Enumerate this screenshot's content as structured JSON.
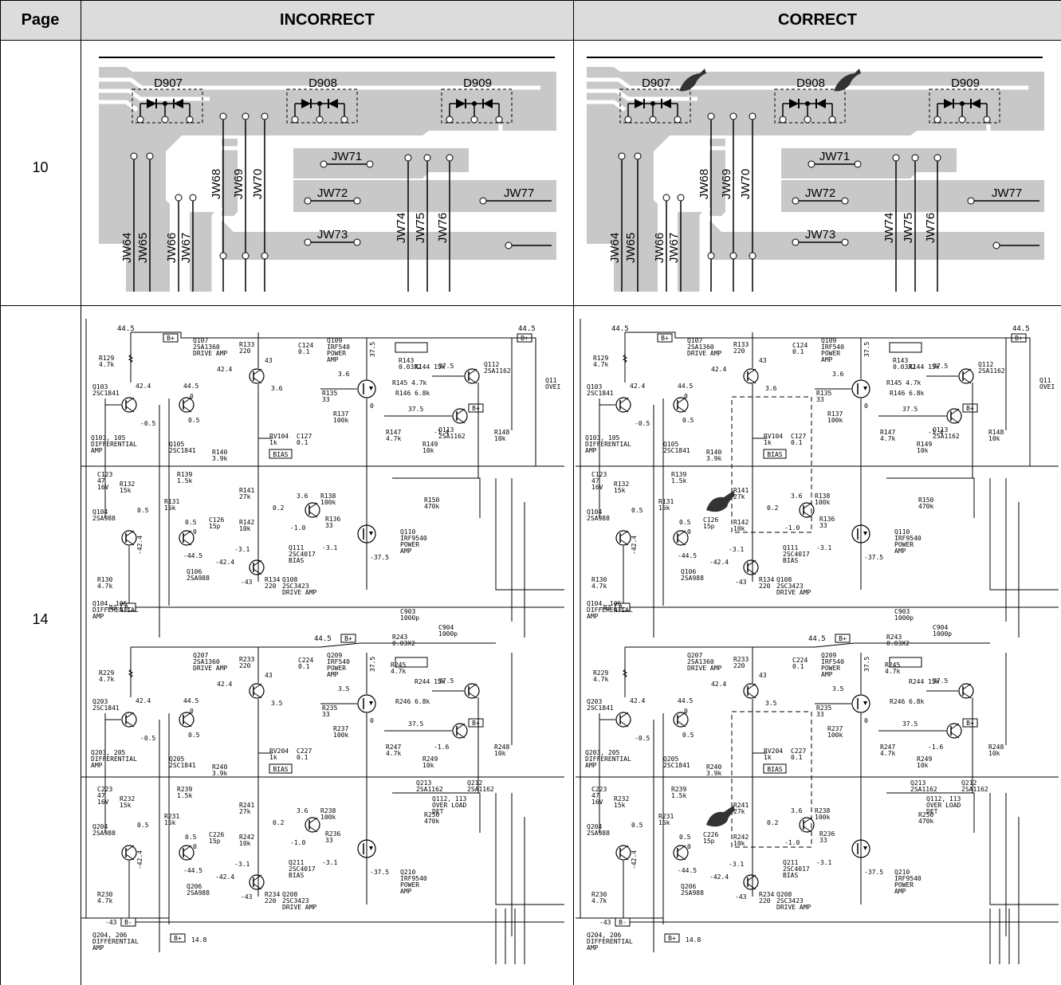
{
  "table": {
    "headers": {
      "page": "Page",
      "incorrect": "INCORRECT",
      "correct": "CORRECT"
    },
    "rows": [
      {
        "page": "10"
      },
      {
        "page": "14"
      }
    ]
  },
  "pcb": {
    "diodes": [
      "D907",
      "D908",
      "D909"
    ],
    "jumpers": [
      "JW64",
      "JW65",
      "JW66",
      "JW67",
      "JW68",
      "JW69",
      "JW70",
      "JW71",
      "JW72",
      "JW73",
      "JW74",
      "JW75",
      "JW76",
      "JW77"
    ]
  },
  "schematic": {
    "top": {
      "v_b_plus": "44.5",
      "v_b_plus_r": "44.5",
      "v375": "37.5",
      "R129": "R129\n4.7k",
      "Q103": "Q103\n2SC1841",
      "Q107": "Q107\n2SA1360\nDRIVE AMP",
      "R133": "R133\n220",
      "C124": "C124\n0.1",
      "Q109": "Q109\nIRF540\nPOWER\nAMP",
      "R143": "R143\n0.03X2",
      "R144": "R144 15k",
      "R145": "R145 4.7k",
      "R146": "R146 6.8k",
      "Q112": "Q112\n2SA1162",
      "Q113": "Q113\n2SA1162",
      "R147": "R147\n4.7k",
      "R149": "R149\n10k",
      "R148": "R148\n10k",
      "R135": "R135\n33",
      "R137": "R137\n100k",
      "Q105": "Q105\n2SC1841",
      "Q103_105": "Q103, 105\nDIFFERENTIAL\nAMP",
      "R140": "R140\n3.9k",
      "RV104": "RV104\n1k",
      "BIAS": "BIAS",
      "C127": "C127\n0.1",
      "C123": "C123\n47\n16V",
      "R132": "R132\n15k",
      "R139": "R139\n1.5k",
      "R141": "R141\n27k",
      "R142": "R142\n10k",
      "R131": "R131\n15k",
      "R138": "R138\n100k",
      "R136": "R136\n33",
      "R150": "R150\n470k",
      "Q110": "Q110\nIRF9540\nPOWER\nAMP",
      "Q104": "Q104\n2SA988",
      "C126": "C126\n15p",
      "Q111": "Q111\n2SC4017\nBIAS",
      "Q106": "Q106\n2SA988",
      "R134": "R134\n220",
      "Q108": "Q108\n2SC3423\nDRIVE AMP",
      "R130": "R130\n4.7k",
      "Q104_106": "Q104, 106\nDIFFERENTIAL\nAMP",
      "C903": "C903\n1000p",
      "C904": "C904\n1000p",
      "R243": "R243\n0.03X2",
      "Q11_cut": "Q11\nOVEI",
      "neg43": "-43"
    },
    "bottom": {
      "v445": "44.5",
      "R229": "R229\n4.7k",
      "Q203": "Q203\n2SC1841",
      "Q207": "Q207\n2SA1360\nDRIVE AMP",
      "R233": "R233\n220",
      "C224": "C224\n0.1",
      "Q209": "Q209\nIRF540\nPOWER\nAMP",
      "R245": "R245\n4.7k",
      "R244": "R244 15k",
      "R246": "R246 6.8k",
      "R247": "R247\n4.7k",
      "R248": "R248\n10k",
      "R249": "R249\n10k",
      "R235": "R235\n33",
      "R237": "R237\n100k",
      "Q205": "Q205\n2SC1841",
      "Q203_205": "Q203, 205\nDIFFERENTIAL\nAMP",
      "R232": "R232\n15k",
      "R240": "R240\n3.9k",
      "RV204": "RV204\n1k",
      "C227": "C227\n0.1",
      "C223": "C223\n47\n16V",
      "R239": "R239\n1.5k",
      "R231": "R231\n15k",
      "R241": "R241\n27k",
      "R242": "R242\n10k",
      "R238": "R238\n100k",
      "R236": "R236\n33",
      "Q213": "Q213\n2SA1162",
      "Q212": "Q212\n2SA1162",
      "Q112_113": "Q112, 113\nOVER LOAD\nDET",
      "R250": "R250\n470k",
      "Q204": "Q204\n2SA988",
      "C226": "C226\n15p",
      "Q211": "Q211\n2SC4017\nBIAS",
      "Q210": "Q210\nIRF9540\nPOWER\nAMP",
      "Q206": "Q206\n2SA988",
      "R234": "R234\n220",
      "Q208": "Q208\n2SC3423\nDRIVE AMP",
      "R230": "R230\n4.7k",
      "Q204_206": "Q204, 206\nDIFFERENTIAL\nAMP",
      "v148": "14.8"
    },
    "volts": {
      "v424": "42.4",
      "v445": "44.5",
      "v0": "0",
      "vm05": "-0.5",
      "v05": "0.5",
      "v43": "43",
      "v36": "3.6",
      "v35": "3.5",
      "v375": "37.5",
      "vm14": "-1.4",
      "vm16": "-1.6",
      "v02": "0.2",
      "vm10": "-1.0",
      "vm445": "-44.5",
      "vm424": "-42.4",
      "vm31": "-3.1",
      "vm375": "-37.5",
      "vm43": "-43",
      "v12": "-42.4"
    },
    "b_plus": "B+",
    "b_minus": "B-"
  }
}
